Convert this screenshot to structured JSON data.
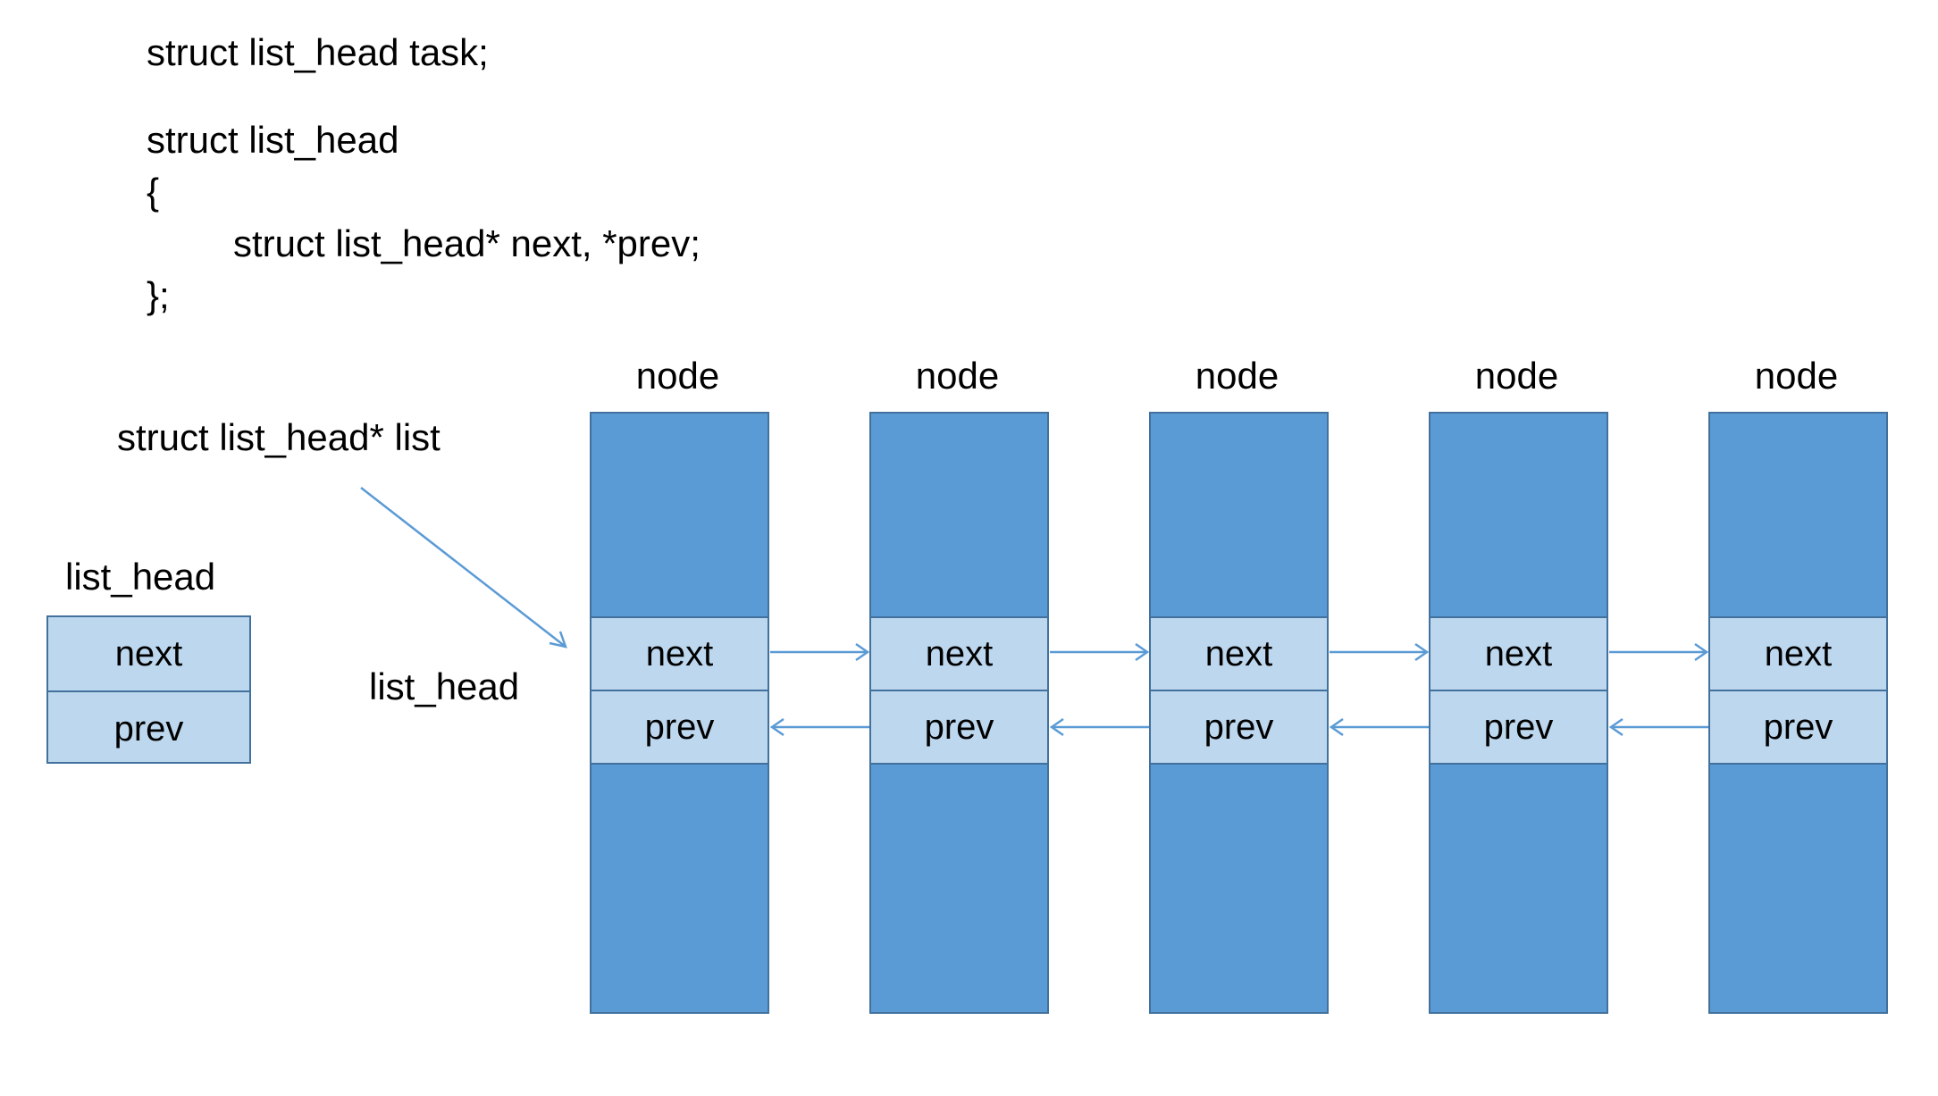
{
  "code": {
    "line1": "struct list_head task;",
    "line2": "struct list_head",
    "line3": "{",
    "line4": "struct list_head* next, *prev;",
    "line5": "};"
  },
  "pointer_label": "struct list_head* list",
  "standalone": {
    "title": "list_head",
    "next": "next",
    "prev": "prev"
  },
  "chain_label": "list_head",
  "nodes": [
    {
      "title": "node",
      "next": "next",
      "prev": "prev"
    },
    {
      "title": "node",
      "next": "next",
      "prev": "prev"
    },
    {
      "title": "node",
      "next": "next",
      "prev": "prev"
    },
    {
      "title": "node",
      "next": "next",
      "prev": "prev"
    },
    {
      "title": "node",
      "next": "next",
      "prev": "prev"
    }
  ],
  "colors": {
    "node_fill": "#5b9bd5",
    "slot_fill": "#bdd7ee",
    "border": "#41719c",
    "arrow": "#5b9bd5"
  }
}
